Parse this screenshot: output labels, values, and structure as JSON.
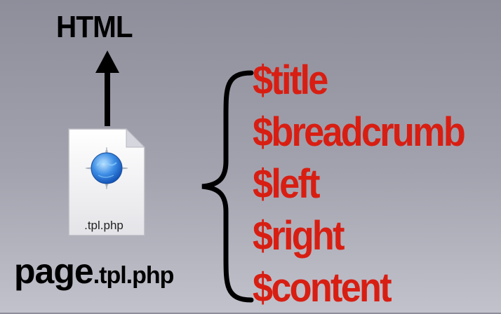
{
  "diagram": {
    "output_label": "HTML",
    "file_icon": {
      "icon": "document-globe-icon",
      "extension_label": ".tpl.php"
    },
    "file_name": {
      "base": "page",
      "extension": ".tpl.php"
    },
    "variables": [
      "$title",
      "$breadcrumb",
      "$left",
      "$right",
      "$content"
    ],
    "colors": {
      "variable_text": "#d81e12",
      "label_text": "#000000"
    }
  }
}
